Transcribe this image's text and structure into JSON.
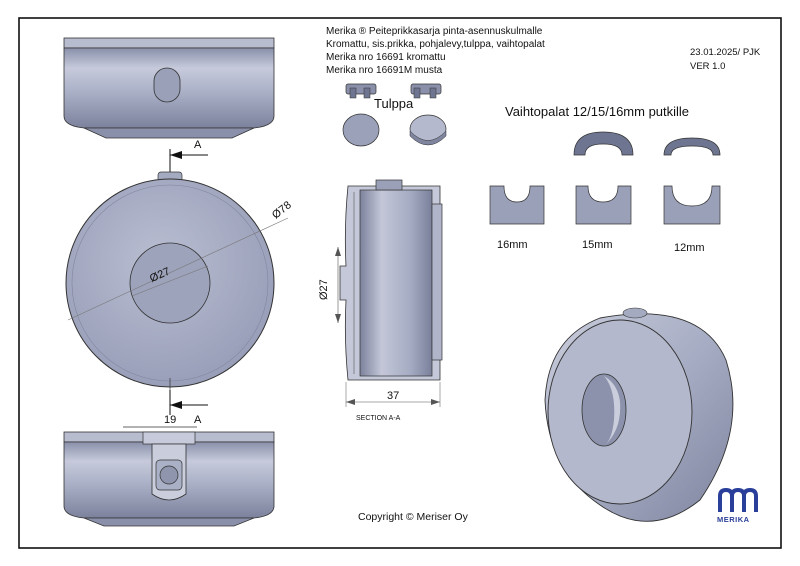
{
  "title": {
    "line1": "Merika ® Peiteprikkasarja pinta-asennuskulmalle",
    "line2": "Kromattu, sis.prikka, pohjalevy,tulppa, vaihtopalat",
    "line3": "Merika nro 16691 kromattu",
    "line4": "Merika nro 16691M musta"
  },
  "meta": {
    "date": "23.01.2025/ PJK",
    "version": "VER 1.0"
  },
  "labels": {
    "tulppa": "Tulppa",
    "vaihtopalat": "Vaihtopalat 12/15/16mm putkille",
    "size16": "16mm",
    "size15": "15mm",
    "size12": "12mm",
    "section_letter_top": "A",
    "section_letter_bottom": "A",
    "section_name": "SECTION A-A",
    "dia78": "Ø78",
    "dia27": "Ø27",
    "dia27_section": "Ø27",
    "dim37": "37",
    "dim19": "19",
    "copyright": "Copyright © Meriser Oy",
    "logo": "MERIKA"
  },
  "colors": {
    "part_fill": "#aeb4cc",
    "part_light": "#d4d8e6",
    "part_dark": "#6e7590",
    "line": "#2a2a3a",
    "logo": "#2a3f9a"
  }
}
